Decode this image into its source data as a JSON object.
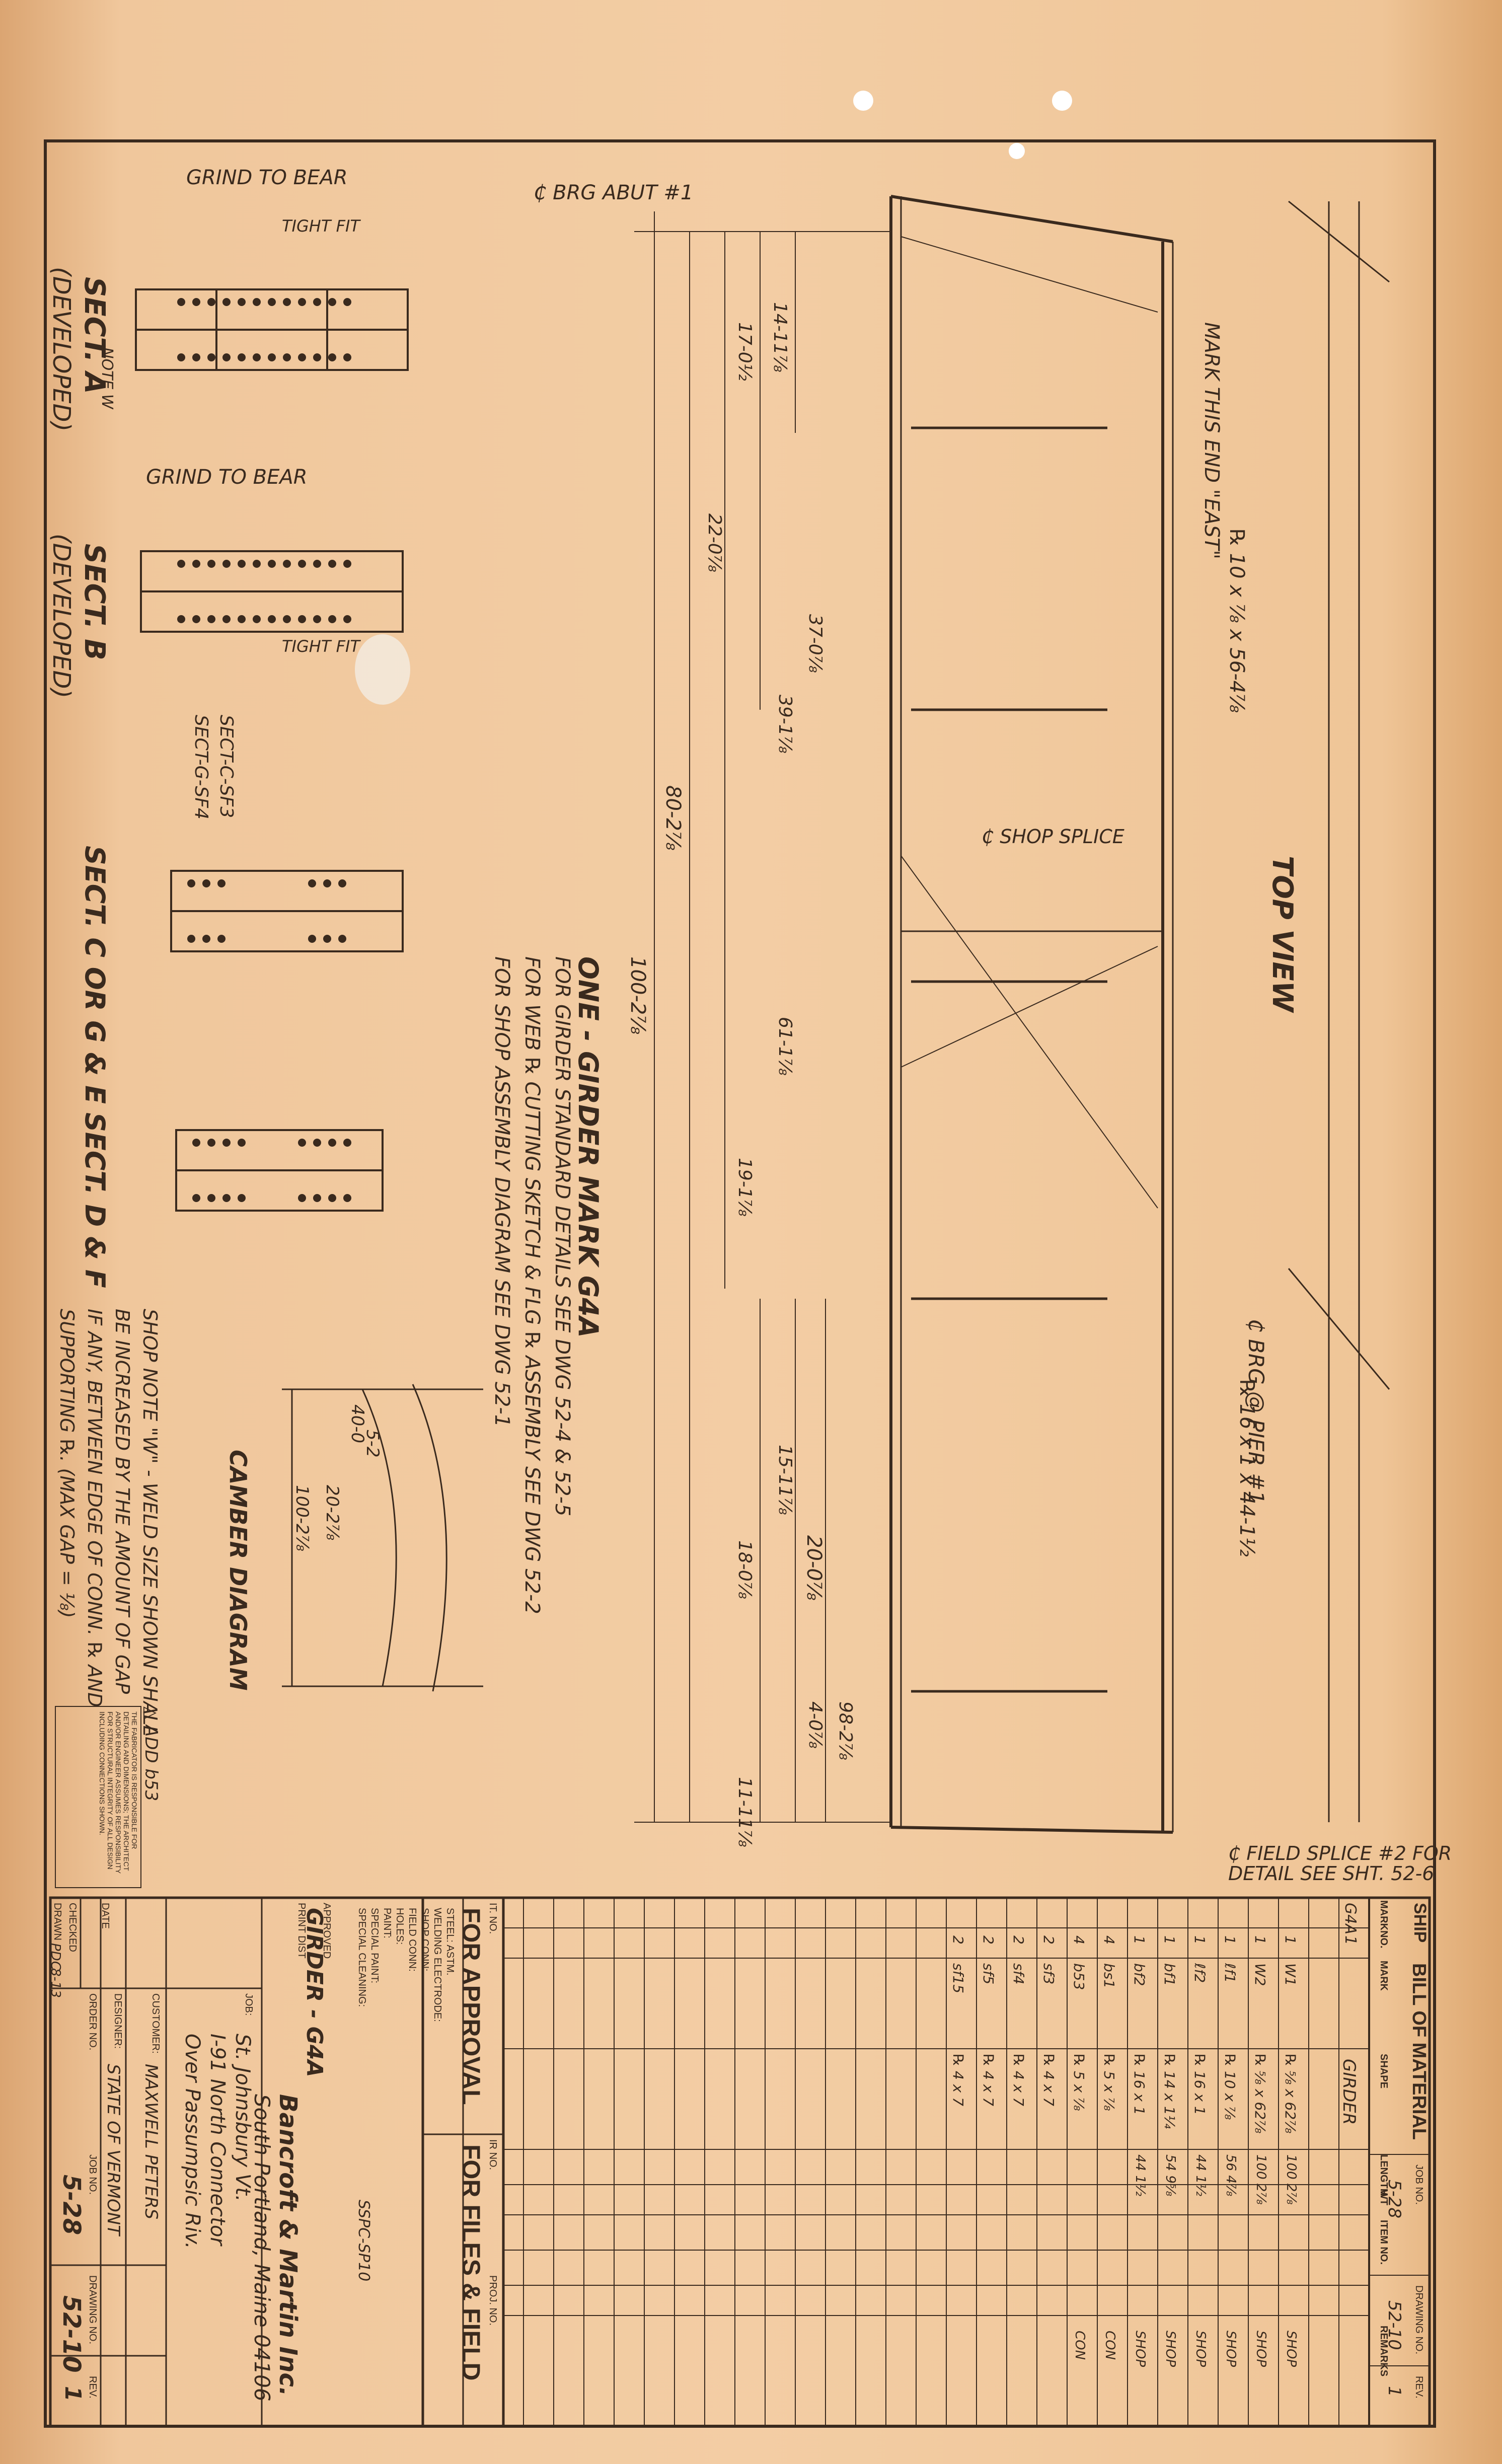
{
  "colors": {
    "paper": "#f3cda4",
    "ink": "#3a2a1e",
    "edge": "#c98a4a"
  },
  "sections": {
    "a_title": "SECT. A",
    "a_sub": "(DEVELOPED)",
    "b_title": "SECT. B",
    "b_sub": "(DEVELOPED)",
    "c_title": "SECT. C OR G & E",
    "d_title": "SECT. D & F"
  },
  "notes": {
    "grind_a": "GRIND TO BEAR",
    "grind_b": "GRIND TO BEAR",
    "tight_fit_a": "TIGHT FIT",
    "tight_fit_b": "TIGHT FIT",
    "brg_abut": "₵ BRG ABUT #1",
    "mark_this_end": "MARK THIS END \"EAST\"",
    "pl_top": "℞ 10 x ⅞ x 56-4⅞",
    "shop_splice": "₵ SHOP SPLICE",
    "top_view": "TOP VIEW",
    "brg_pier": "₵ BRG @ PIER #1",
    "pl_bot": "℞ 16 x 1 x 44-1½",
    "field_splice_1": "₵ FIELD SPLICE #2 FOR",
    "field_splice_2": "DETAIL SEE SHT. 52-6",
    "one_girder": "ONE - GIRDER MARK G4A",
    "std_details": "FOR GIRDER STANDARD DETAILS SEE DWG 52-4 & 52-5",
    "web_cutting": "FOR WEB ℞ CUTTING SKETCH & FLG ℞ ASSEMBLY SEE DWG 52-2",
    "shop_assy": "FOR SHOP ASSEMBLY DIAGRAM SEE DWG 52-1",
    "camber": "CAMBER DIAGRAM",
    "shop_note_1": "SHOP NOTE \"W\" - WELD SIZE SHOWN SHALL",
    "shop_note_2": "BE INCREASED BY THE AMOUNT OF GAP",
    "shop_note_3": "IF ANY, BETWEEN EDGE OF CONN. ℞ AND",
    "shop_note_4": "SUPPORTING ℞. (MAX GAP = ⅛)",
    "add_b": "△ ADD b53",
    "sect_cg_1": "SECT-C-SF3",
    "sect_cg_2": "SECT-G-SF4",
    "note_w": "NOTE W"
  },
  "dims": {
    "d1": "100-2⅞",
    "d2": "80-2⅞",
    "d3": "20-0⅞",
    "d4": "17-0½",
    "d5": "14-11⅞",
    "d6": "22-0⅞",
    "d7": "37-0⅞",
    "d8": "39-1⅞",
    "d9": "61-1⅞",
    "d10": "19-1⅞",
    "d11": "15-11⅞",
    "d12": "18-0⅞",
    "d13": "98-2⅞",
    "d14": "4-0⅞",
    "d15": "11-11⅞",
    "d16": "5-2",
    "d17": "20-2⅞",
    "d18": "100-2⅞",
    "d19": "40-0"
  },
  "bom": {
    "header": "BILL OF MATERIAL",
    "ship": "SHIP",
    "job_no_label": "JOB NO.",
    "drawing_no_label": "DRAWING NO.",
    "rev_label": "REV.",
    "job_no": "5-28",
    "drawing_no": "52-10",
    "rev": "1",
    "columns": [
      "MARK",
      "NO.",
      "MARK",
      "SHAPE",
      "LENGTH",
      "WT",
      "ITEM NO.",
      "REMARKS"
    ],
    "rows": [
      [
        "G4A",
        "1",
        "",
        "GIRDER",
        "",
        "",
        "",
        ""
      ],
      [
        "",
        "1",
        "W1",
        "℞ ⅝ x 62⅞",
        "100 2⅞",
        "",
        "",
        "SHOP"
      ],
      [
        "",
        "1",
        "W2",
        "℞ ⅝ x 62⅞",
        "100 2⅞",
        "",
        "",
        "SHOP"
      ],
      [
        "",
        "1",
        "ℓf1",
        "℞ 10 x ⅞",
        "56 4⅞",
        "",
        "",
        "SHOP"
      ],
      [
        "",
        "1",
        "ℓf2",
        "℞ 16 x 1",
        "44 1½",
        "",
        "",
        "SHOP"
      ],
      [
        "",
        "1",
        "bf1",
        "℞ 14 x 1¼",
        "54 9⅝",
        "",
        "",
        "SHOP"
      ],
      [
        "",
        "1",
        "bf2",
        "℞ 16 x 1",
        "44 1½",
        "",
        "",
        "SHOP"
      ],
      [
        "",
        "4",
        "bs1",
        "℞ 5 x ⅞",
        "",
        "",
        "",
        "CON"
      ],
      [
        "",
        "4",
        "b53",
        "℞ 5 x ⅞",
        "",
        "",
        "",
        "CON"
      ],
      [
        "",
        "2",
        "sf3",
        "℞ 4 x 7",
        "",
        "",
        "",
        ""
      ],
      [
        "",
        "2",
        "sf4",
        "℞ 4 x 7",
        "",
        "",
        "",
        ""
      ],
      [
        "",
        "2",
        "sf5",
        "℞ 4 x 7",
        "",
        "",
        "",
        ""
      ],
      [
        "",
        "2",
        "sf15",
        "℞ 4 x 7",
        "",
        "",
        "",
        ""
      ]
    ]
  },
  "approval": {
    "it_no_label": "IT. NO.",
    "ir_no_label": "IR NO.",
    "proj_no_label": "PROJ. NO.",
    "for_approval": "FOR APPROVAL",
    "for_files": "FOR FILES & FIELD",
    "steel": "STEEL: ASTM.",
    "welding": "WELDING ELECTRODE:",
    "shop_conn": "SHOP CONN:",
    "field_conn": "FIELD CONN:",
    "holes": "HOLES:",
    "paint": "PAINT:",
    "special_paint": "SPECIAL PAINT:",
    "special_cleaning": "SPECIAL CLEANING:",
    "special_cleaning_val": "SSPC-SP10",
    "girder": "GIRDER - G4A"
  },
  "title_block": {
    "company": "Bancroft & Martin Inc.",
    "city": "South Portland, Maine 04106",
    "job_label": "JOB:",
    "job_1": "St. Johnsbury Vt.",
    "job_2": "I-91 North Connector",
    "job_3": "Over Passumpsic Riv.",
    "customer_label": "CUSTOMER:",
    "customer": "MAXWELL PETERS",
    "designer_label": "DESIGNER:",
    "designer": "STATE OF VERMONT",
    "order_no_label": "ORDER NO.",
    "job_no_label": "JOB NO.",
    "drawing_no_label": "DRAWING NO.",
    "rev_label": "REV.",
    "job_no": "5-28",
    "drawing_no": "52-10",
    "rev": "1",
    "approved_label": "APPROVED",
    "print_dist_label": "PRINT DIST",
    "checked_label": "CHECKED",
    "drawn_label": "DRAWN",
    "drawn": "PDC",
    "date_label": "DATE",
    "date": "8-13"
  },
  "disclaimer": "THE FABRICATOR IS RESPONSIBLE FOR DETAILING AND DIMENSIONS; THE ARCHITECT AND/OR ENGINEER ASSUMES RESPONSIBILITY FOR STRUCTURAL INTEGRITY OF ALL DESIGN INCLUDING CONNECTIONS SHOWN."
}
